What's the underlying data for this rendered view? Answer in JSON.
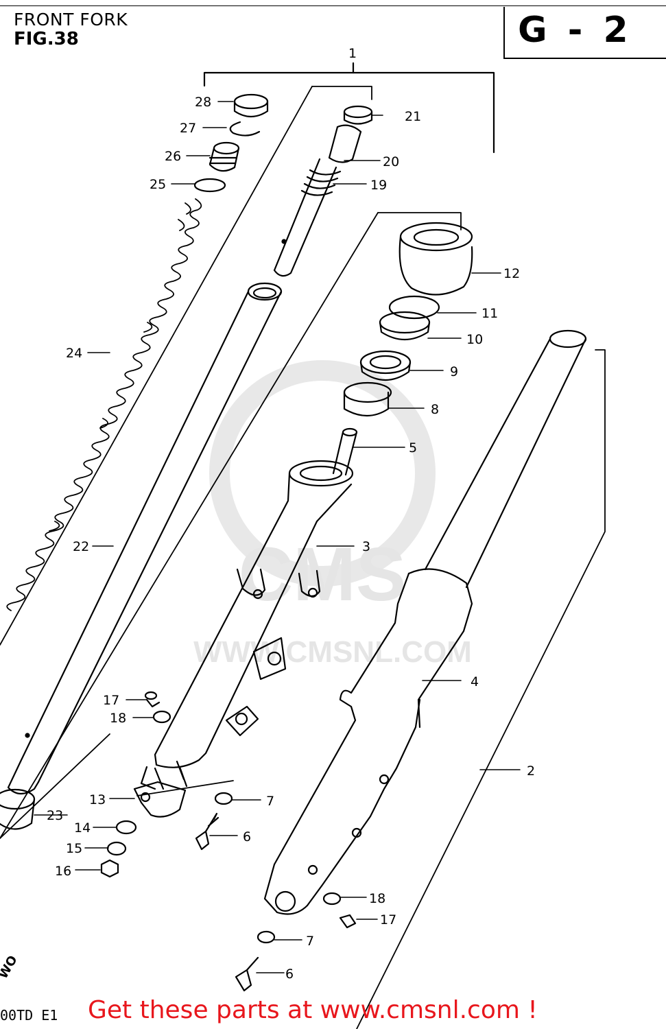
{
  "header": {
    "title": "FRONT FORK",
    "figure": "FIG.38",
    "section_code": "G - 2"
  },
  "callouts": [
    "1",
    "2",
    "3",
    "4",
    "5",
    "6",
    "7",
    "8",
    "9",
    "10",
    "11",
    "12",
    "13",
    "14",
    "15",
    "16",
    "17",
    "18",
    "19",
    "20",
    "21",
    "22",
    "23",
    "24",
    "25",
    "26",
    "27",
    "28",
    "17",
    "18",
    "7",
    "6"
  ],
  "footer": {
    "model_code": "00TD E1",
    "stamp": "WO",
    "cta": "Get these parts at www.cmsnl.com !"
  },
  "watermark": {
    "text": "WWW.CMSNL.COM",
    "brand": "CMS"
  },
  "colors": {
    "ink": "#000000",
    "cta": "#e8161c",
    "watermark": "#cfcfcf"
  }
}
